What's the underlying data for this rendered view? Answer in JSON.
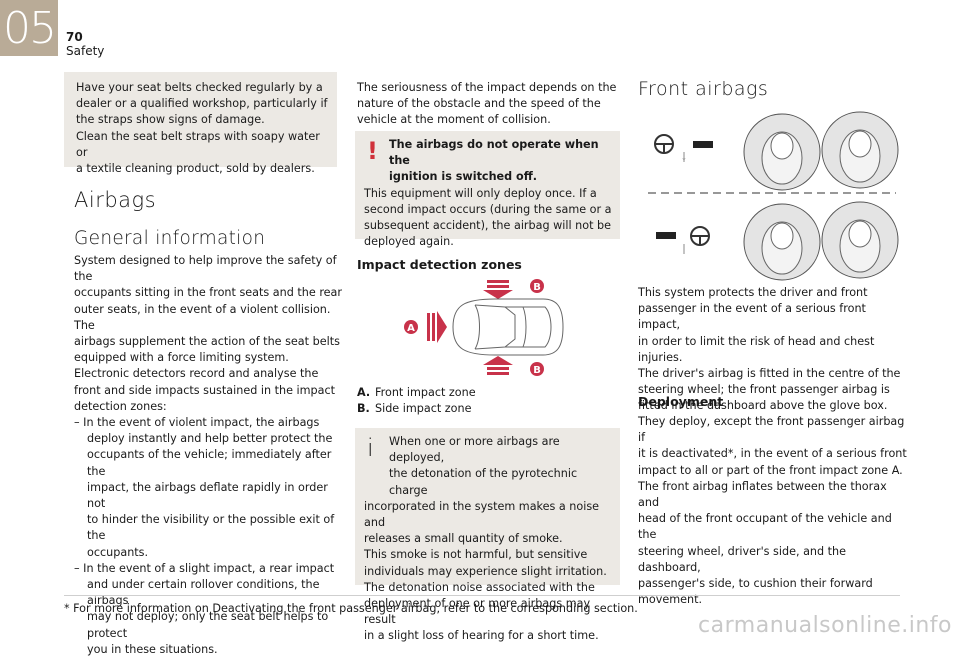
{
  "header": {
    "chapter": "05",
    "page_number": "70",
    "section": "Safety"
  },
  "col1": {
    "note_lines": [
      "Have your seat belts checked regularly by a",
      "dealer or a qualified workshop, particularly if",
      "the straps show signs of damage.",
      "Clean the seat belt straps with soapy water or",
      "a textile cleaning product, sold by dealers."
    ],
    "title": "Airbags",
    "subtitle": "General information",
    "body_lines": [
      "System designed to help improve the safety of the",
      "occupants sitting in the front seats and the rear",
      "outer seats, in the event of a violent collision. The",
      "airbags supplement the action of the seat belts",
      "equipped with a force limiting system.",
      "Electronic detectors record and analyse the",
      "front and side impacts sustained in the impact",
      "detection zones:",
      "–  In the event of violent impact, the airbags",
      "deploy instantly and help better protect the",
      "occupants of the vehicle; immediately after the",
      "impact, the airbags deflate rapidly in order not",
      "to hinder the visibility or the possible exit of the",
      "occupants.",
      "–  In the event of a slight impact, a rear impact",
      "and under certain rollover conditions, the airbags",
      "may not deploy; only the seat belt helps to protect",
      "you in these situations."
    ]
  },
  "col2": {
    "intro_lines": [
      "The seriousness of the impact depends on the",
      "nature of the obstacle and the speed of the",
      "vehicle at the moment of collision."
    ],
    "warning_bold_lines": [
      "The airbags do not operate when the",
      "ignition is switched off."
    ],
    "warning_lines": [
      "This equipment will only deploy once. If a",
      "second impact occurs (during the same or a",
      "subsequent accident), the airbag will not be",
      "deployed again."
    ],
    "zones_heading": "Impact detection zones",
    "diagram_labels": {
      "a": "A",
      "b": "B"
    },
    "legend": [
      {
        "key": "A.",
        "text": "Front impact zone"
      },
      {
        "key": "B.",
        "text": "Side impact zone"
      }
    ],
    "info_lines": [
      "When one or more airbags are deployed,",
      "the detonation of the pyrotechnic charge",
      "incorporated in the system makes a noise and",
      "releases a small quantity of smoke.",
      "This smoke is not harmful, but sensitive",
      "individuals may experience slight irritation.",
      "The detonation noise associated with the",
      "deployment of one or more airbags may result",
      "in a slight loss of hearing for a short time."
    ]
  },
  "col3": {
    "title": "Front airbags",
    "body_lines": [
      "This system protects the driver and front",
      "passenger in the event of a serious front impact,",
      "in order to limit the risk of head and chest injuries.",
      "The driver's airbag is fitted in the centre of the",
      "steering wheel; the front passenger airbag is",
      "fitted in the dashboard above the glove box."
    ],
    "deployment_heading": "Deployment",
    "deployment_lines": [
      "They deploy, except the front passenger airbag if",
      "it is deactivated*, in the event of a serious front",
      "impact to all or part of the front impact zone A.",
      "The front airbag inflates between the thorax and",
      "head of the front occupant of the vehicle and the",
      "steering wheel, driver's side, and the dashboard,",
      "passenger's side, to cushion their forward",
      "movement."
    ]
  },
  "footnote": "*  For more information on Deactivating the front passenger airbag, refer to the corresponding section.",
  "watermark": "carmanualsonline.info",
  "colors": {
    "chapter_tab": "#b9ab97",
    "note_box": "#ece9e4",
    "warning": "#d0313a",
    "badge": "#c8324a"
  }
}
